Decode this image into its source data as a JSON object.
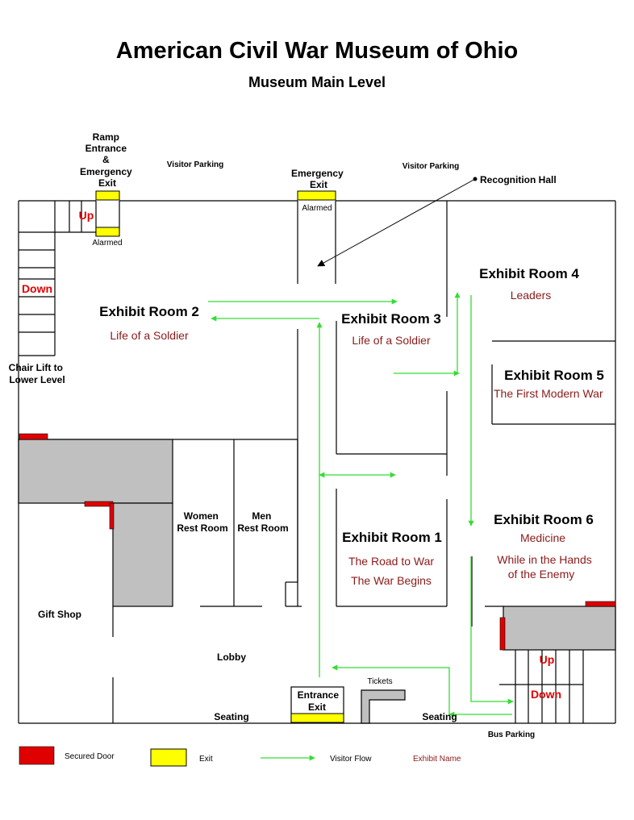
{
  "title": "American Civil War Museum of Ohio",
  "subtitle": "Museum Main Level",
  "colors": {
    "walls": "#000000",
    "visitor_flow": "#33dd33",
    "secured_door": "#e00000",
    "exit": "#ffff00",
    "exhibit_name": "#8b1a1a",
    "stair_label": "#e00000",
    "fixed_area": "#c0c0c0"
  },
  "outside": {
    "ramp_entrance_exit": [
      "Ramp",
      "Entrance",
      "&",
      "Emergency",
      "Exit"
    ],
    "visitor_parking_left": "Visitor Parking",
    "visitor_parking_right": "Visitor Parking",
    "emergency_exit": [
      "Emergency",
      "Exit"
    ],
    "recognition_hall": "Recognition Hall",
    "bus_parking": "Bus Parking"
  },
  "alarmed": {
    "top_exit": "Alarmed",
    "ramp_exit": "Alarmed"
  },
  "stairs": {
    "up_top": "Up",
    "down_left": "Down",
    "up_bottom": "Up",
    "down_bottom": "Down",
    "chair_lift": [
      "Chair Lift to",
      "Lower Level"
    ]
  },
  "rooms": {
    "exhibit2": {
      "name": "Exhibit Room 2",
      "exhibits": [
        "Life of a Soldier"
      ]
    },
    "exhibit3": {
      "name": "Exhibit Room 3",
      "exhibits": [
        "Life of a Soldier"
      ]
    },
    "exhibit4": {
      "name": "Exhibit Room 4",
      "exhibits": [
        "Leaders"
      ]
    },
    "exhibit5": {
      "name": "Exhibit Room 5",
      "exhibits": [
        "The First Modern War"
      ]
    },
    "exhibit1": {
      "name": "Exhibit Room 1",
      "exhibits": [
        "The Road to War",
        "The War Begins"
      ]
    },
    "exhibit6": {
      "name": "Exhibit Room 6",
      "exhibits": [
        "Medicine",
        "While in the Hands",
        "of the Enemy"
      ]
    }
  },
  "facilities": {
    "women_rest_room": [
      "Women",
      "Rest Room"
    ],
    "men_rest_room": [
      "Men",
      "Rest Room"
    ],
    "gift_shop": "Gift Shop",
    "lobby": "Lobby",
    "tickets": "Tickets",
    "entrance_exit": [
      "Entrance",
      "Exit"
    ],
    "seating_left": "Seating",
    "seating_right": "Seating"
  },
  "legend": {
    "secured_door": "Secured Door",
    "exit": "Exit",
    "visitor_flow": "Visitor Flow",
    "exhibit_name": "Exhibit Name"
  }
}
